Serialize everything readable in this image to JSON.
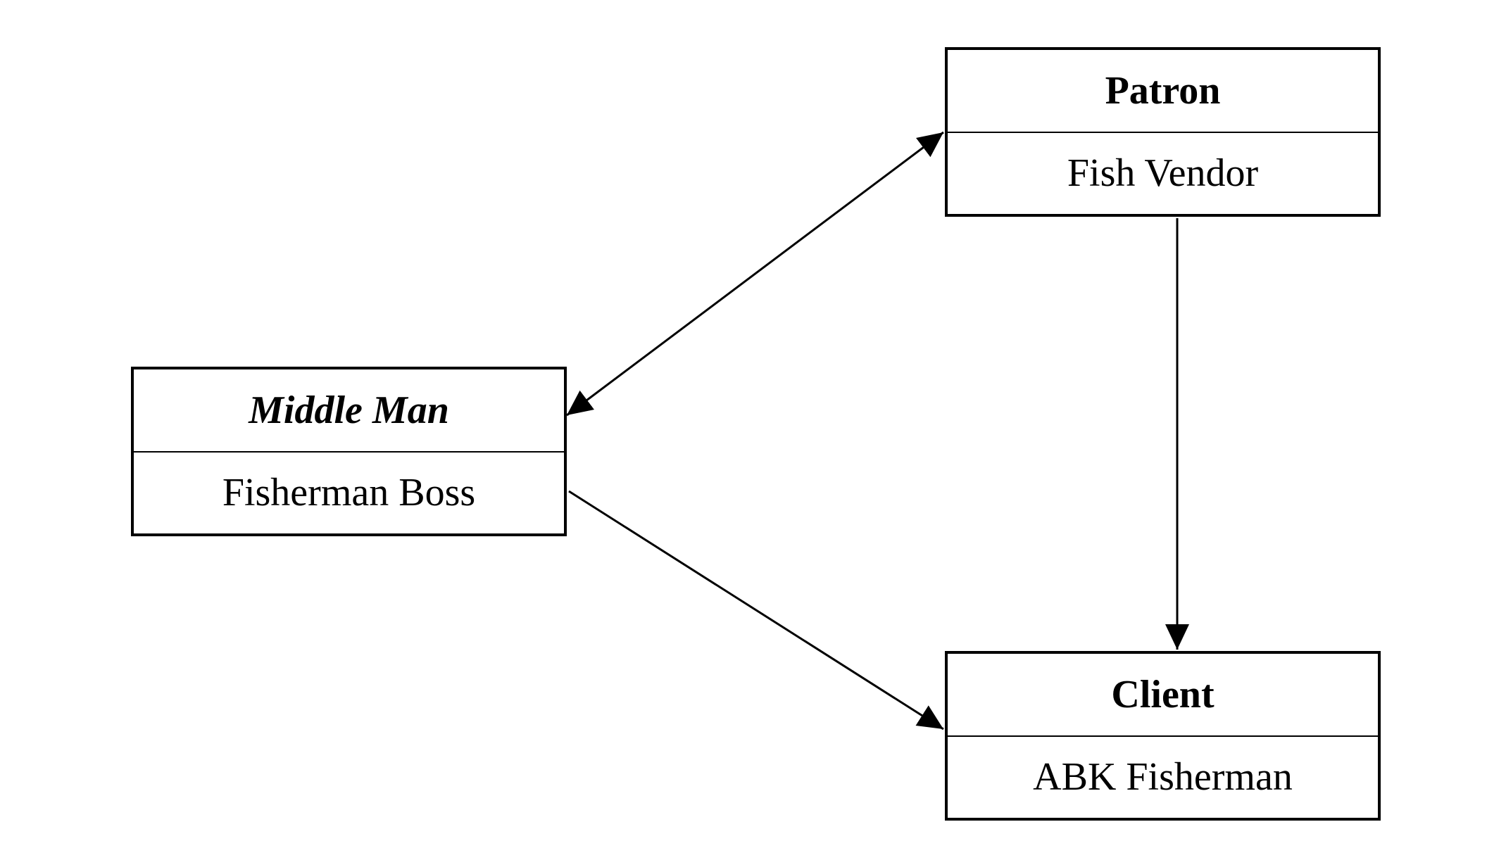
{
  "nodes": {
    "patron": {
      "role": "Patron",
      "label": "Fish Vendor"
    },
    "middle": {
      "role": "Middle Man",
      "label": "Fisherman Boss"
    },
    "client": {
      "role": "Client",
      "label": "ABK Fisherman"
    }
  },
  "edges": [
    {
      "from": "middle",
      "to": "patron",
      "direction": "both"
    },
    {
      "from": "middle",
      "to": "client",
      "direction": "forward"
    },
    {
      "from": "patron",
      "to": "client",
      "direction": "forward"
    }
  ],
  "colors": {
    "stroke": "#000000",
    "fill": "#ffffff"
  }
}
